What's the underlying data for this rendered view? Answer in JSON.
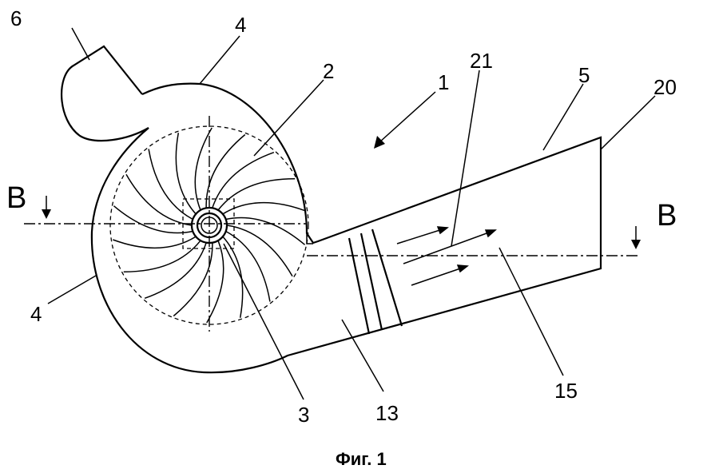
{
  "figure": {
    "caption": "Фиг. 1",
    "labels": {
      "fan_unit": "1",
      "impeller": "2",
      "hub": "3",
      "housing_top": "4",
      "housing_left": "4",
      "outlet_duct": "5",
      "inlet": "6",
      "element_13": "13",
      "element_15": "15",
      "duct_end": "20",
      "flow": "21",
      "section_left": "B",
      "section_right": "B"
    }
  }
}
